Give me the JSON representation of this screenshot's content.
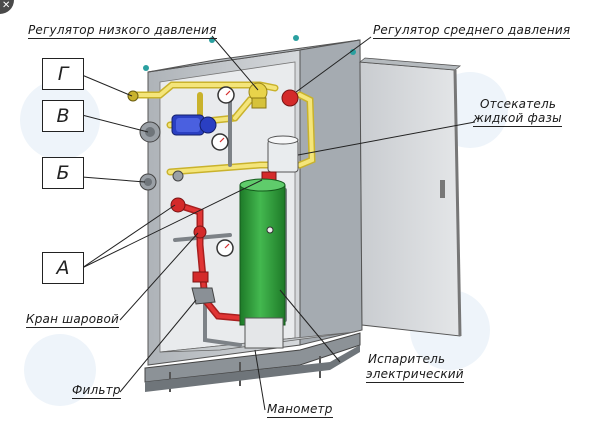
{
  "labels": {
    "low_pressure_regulator": "Регулятор низкого давления",
    "medium_pressure_regulator": "Регулятор среднего давления",
    "liquid_phase_cutoff_line1": "Отсекатель",
    "liquid_phase_cutoff_line2": "жидкой фазы",
    "ball_valve": "Кран шаровой",
    "filter": "Фильтр",
    "manometer": "Манометр",
    "evaporator_line1": "Испаритель",
    "evaporator_line2": "электрический"
  },
  "boxes": {
    "g": "Г",
    "v": "В",
    "b": "Б",
    "a": "А"
  },
  "colors": {
    "cabinet": "#c9ccd0",
    "cabinet_dark": "#9ea3a8",
    "evaporator": "#2e9a3a",
    "pipe_yellow": "#e8d34a",
    "valve_red": "#d42a2a",
    "pump_blue": "#2a3fc2"
  }
}
